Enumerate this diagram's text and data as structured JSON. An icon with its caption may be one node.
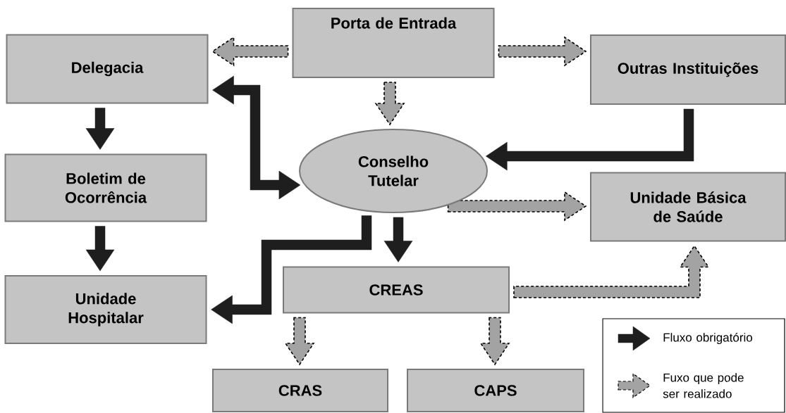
{
  "diagram": {
    "nodes": [
      {
        "text": [
          "Porta de Entrada"
        ]
      },
      {
        "text": [
          "Delegacia"
        ]
      },
      {
        "text": [
          "Outras Instituições"
        ]
      },
      {
        "text": [
          "Conselho Tutelar"
        ]
      },
      {
        "text": [
          "Boletim de Ocorrência"
        ]
      },
      {
        "text": [
          "Unidade Básica de Saúde"
        ]
      },
      {
        "text": [
          "Unidade Hospitalar"
        ]
      },
      {
        "text": [
          "CREAS"
        ]
      },
      {
        "text": [
          "CRAS"
        ]
      },
      {
        "text": [
          "CAPS"
        ]
      }
    ],
    "edges": [
      {
        "from": 0,
        "to": 1,
        "arrow": "to",
        "style": "dashed"
      },
      {
        "from": 0,
        "to": 2,
        "arrow": "to",
        "style": "dashed"
      },
      {
        "from": 0,
        "to": 3,
        "arrow": "to",
        "style": "dashed"
      },
      {
        "from": 3,
        "to": 1,
        "arrow": "both",
        "style": "thick"
      },
      {
        "from": 1,
        "to": 4,
        "arrow": "to",
        "style": "thick"
      },
      {
        "from": 2,
        "to": 3,
        "arrow": "to",
        "style": "thick"
      },
      {
        "from": 3,
        "to": 5,
        "arrow": "to",
        "style": "dashed"
      },
      {
        "from": 4,
        "to": 6,
        "arrow": "to",
        "style": "thick"
      },
      {
        "from": 3,
        "to": 6,
        "arrow": "to",
        "style": "thick"
      },
      {
        "from": 3,
        "to": 7,
        "arrow": "to",
        "style": "thick"
      },
      {
        "from": 7,
        "to": 5,
        "arrow": "to",
        "style": "dashed"
      },
      {
        "from": 7,
        "to": 8,
        "arrow": "to",
        "style": "dashed"
      },
      {
        "from": 7,
        "to": 9,
        "arrow": "to",
        "style": "dashed"
      }
    ],
    "legend": [
      {
        "text": "Fluxo obrigatório"
      },
      {
        "text": "Fuxo que pode ser realizado"
      }
    ]
  }
}
